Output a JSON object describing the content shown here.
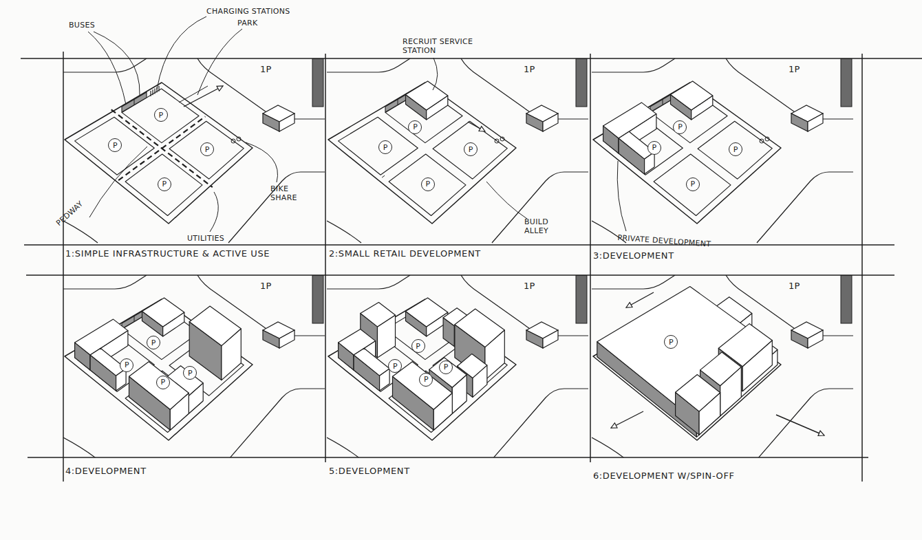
{
  "diagram": {
    "nodes": [
      {
        "text": [
          "P"
        ]
      },
      {
        "text": [
          "P"
        ]
      },
      {
        "text": [
          "P"
        ]
      },
      {
        "text": [
          "P"
        ]
      },
      {
        "text": [
          "P"
        ]
      },
      {
        "text": [
          "P"
        ]
      },
      {
        "text": [
          "P"
        ]
      },
      {
        "text": [
          "P"
        ]
      },
      {
        "text": [
          "P"
        ]
      },
      {
        "text": [
          "P"
        ]
      },
      {
        "text": [
          "P"
        ]
      },
      {
        "text": [
          "P"
        ]
      },
      {
        "text": [
          "P"
        ]
      },
      {
        "text": [
          "P"
        ]
      },
      {
        "text": [
          "P"
        ]
      },
      {
        "text": [
          "P"
        ]
      },
      {
        "text": [
          "P"
        ]
      },
      {
        "text": [
          "P"
        ]
      },
      {
        "text": [
          "P"
        ]
      },
      {
        "text": [
          "P"
        ]
      },
      {
        "text": [
          "P"
        ]
      }
    ],
    "labels": [
      "BUSES",
      "CHARGING STATIONS",
      "PARK",
      "PEDWAY",
      "UTILITIES",
      "BIKE SHARE",
      "1:SIMPLE INFRASTRUCTURE & ACTIVE USE",
      "RECRUIT SERVICE STATION",
      "BUILD ALLEY",
      "2:SMALL RETAIL DEVELOPMENT",
      "PRIVATE DEVELOPMENT",
      "3:DEVELOPMENT",
      "4:DEVELOPMENT",
      "5:DEVELOPMENT",
      "6:DEVELOPMENT W/SPIN-OFF",
      "1P",
      "1P",
      "1P",
      "1P",
      "1P",
      "1P"
    ]
  }
}
